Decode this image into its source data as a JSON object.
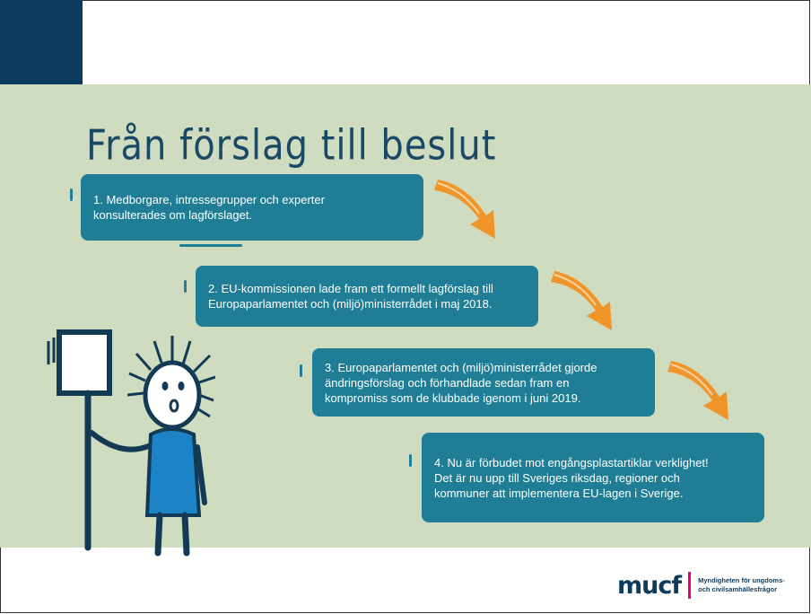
{
  "slide": {
    "title": "Från förslag till beslut",
    "steps": [
      {
        "text": "1. Medborgare, intressegrupper och experter\nkonsulterades om lagförslaget."
      },
      {
        "text": "2. EU-kommissionen lade fram ett formellt lagförslag till\nEuropaparlamentet och (miljö)ministerrådet  i maj 2018."
      },
      {
        "text": "3. Europaparlamentet och (miljö)ministerrådet gjorde\nändringsförslag och förhandlade sedan fram en\nkompromiss som de klubbade igenom i juni 2019."
      },
      {
        "text": "4. Nu är förbudet mot engångsplastartiklar verklighet!\nDet är nu upp till Sveriges riksdag, regioner och\nkommuner att implementera EU-lagen i Sverige."
      }
    ]
  },
  "logo": {
    "wordmark": "mucf",
    "tagline": "Myndigheten för ungdoms-\noch civilsamhällesfrågor"
  },
  "colors": {
    "corner": "#0d3b5e",
    "background_band": "#cfdcc0",
    "step_box": "#1f7e95",
    "arrow": "#f0952a",
    "title": "#1a4965",
    "logo_accent": "#e5007e"
  }
}
